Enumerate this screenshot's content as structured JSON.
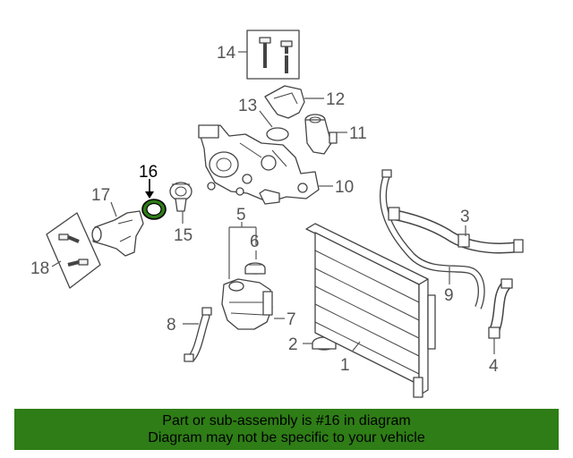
{
  "callouts": {
    "c1": "1",
    "c2": "2",
    "c3": "3",
    "c4": "4",
    "c5": "5",
    "c6": "6",
    "c7": "7",
    "c8": "8",
    "c9": "9",
    "c10": "10",
    "c11": "11",
    "c12": "12",
    "c13": "13",
    "c14": "14",
    "c15": "15",
    "c16": "16",
    "c17": "17",
    "c18": "18"
  },
  "highlight": {
    "part_number": "16",
    "color": "#2e7d16"
  },
  "banner": {
    "line1": "Part or sub-assembly is #16 in diagram",
    "line2": "Diagram may not be specific to your vehicle",
    "background": "#2e7d16"
  }
}
